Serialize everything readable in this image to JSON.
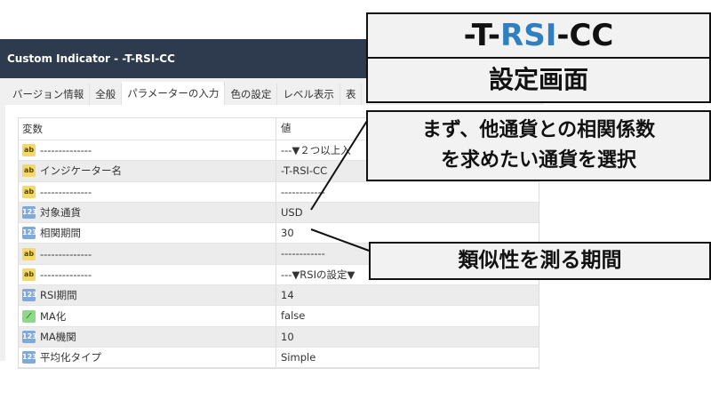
{
  "window": {
    "title": "Custom Indicator - -T-RSI-CC"
  },
  "tabs": [
    "バージョン情報",
    "全般",
    "パラメーターの入力",
    "色の設定",
    "レベル表示",
    "表"
  ],
  "table": {
    "headers": [
      "変数",
      "値"
    ],
    "rows": [
      {
        "icon": "ab",
        "name": "--------------",
        "value": "---▼２つ以上入"
      },
      {
        "icon": "ab",
        "name": "インジケーター名",
        "value": "-T-RSI-CC"
      },
      {
        "icon": "ab",
        "name": "--------------",
        "value": "------------"
      },
      {
        "icon": "123",
        "name": "対象通貨",
        "value": "USD"
      },
      {
        "icon": "123",
        "name": "相関期間",
        "value": "30"
      },
      {
        "icon": "ab",
        "name": "--------------",
        "value": "------------"
      },
      {
        "icon": "ab",
        "name": "--------------",
        "value": "---▼RSIの設定▼"
      },
      {
        "icon": "123",
        "name": "RSI期間",
        "value": "14"
      },
      {
        "icon": "bool",
        "name": "MA化",
        "value": "false"
      },
      {
        "icon": "123",
        "name": "MA機関",
        "value": "10"
      },
      {
        "icon": "123",
        "name": "平均化タイプ",
        "value": "Simple"
      }
    ]
  },
  "overlay": {
    "title_a": "-T-",
    "title_b": "RSI",
    "title_c": "-CC",
    "subtitle": "設定画面",
    "note1_line1": "まず、他通貨との相関係数",
    "note1_line2": "を求めたい通貨を選択",
    "note2": "類似性を測る期間",
    "accent": "#2f7fc1"
  }
}
